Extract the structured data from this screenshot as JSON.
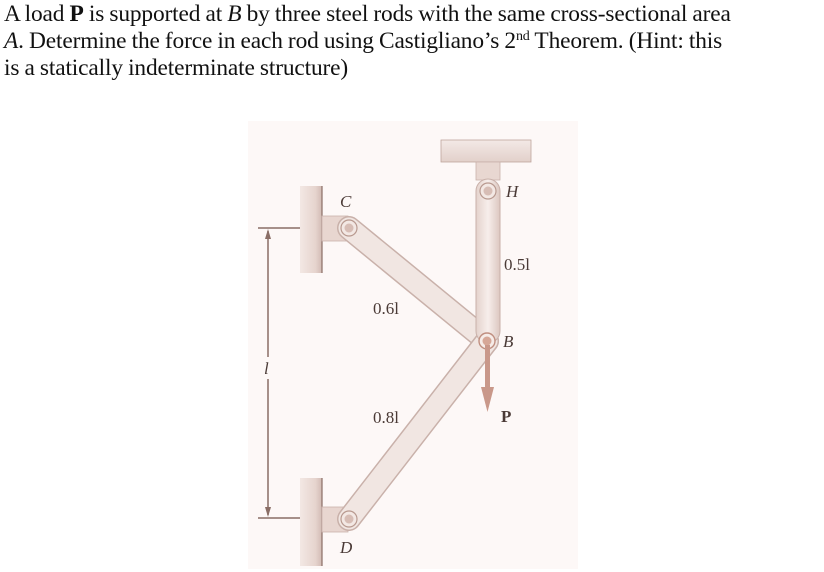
{
  "problem": {
    "line1": {
      "pre": "A load ",
      "bold": "P",
      "mid": " is supported at ",
      "ital": "B",
      "post": " by three steel rods with the same cross-sectional area"
    },
    "line2": {
      "ital": "A",
      "pre": ". Determine the force in each rod using Castigliano’s 2",
      "sup": "nd",
      "post": " Theorem. (Hint: this"
    },
    "line3": {
      "text": "is a statically indeterminate structure)"
    }
  },
  "figure": {
    "labels": {
      "C": "C",
      "D": "D",
      "H": "H",
      "B": "B",
      "P": "P",
      "l": "l",
      "rod_BH": "0.5l",
      "rod_BC": "0.6l",
      "rod_BD": "0.8l"
    },
    "colors": {
      "panel_bg": "#fdf8f7",
      "support": "#eadbd6",
      "support_edge": "#8a6e66",
      "rod_fill": "#efe2de",
      "rod_edge": "#c9b1aa",
      "pin": "#d8bfb8",
      "load_arrow": "#c9988a",
      "dimension": "#8a6e66"
    }
  }
}
